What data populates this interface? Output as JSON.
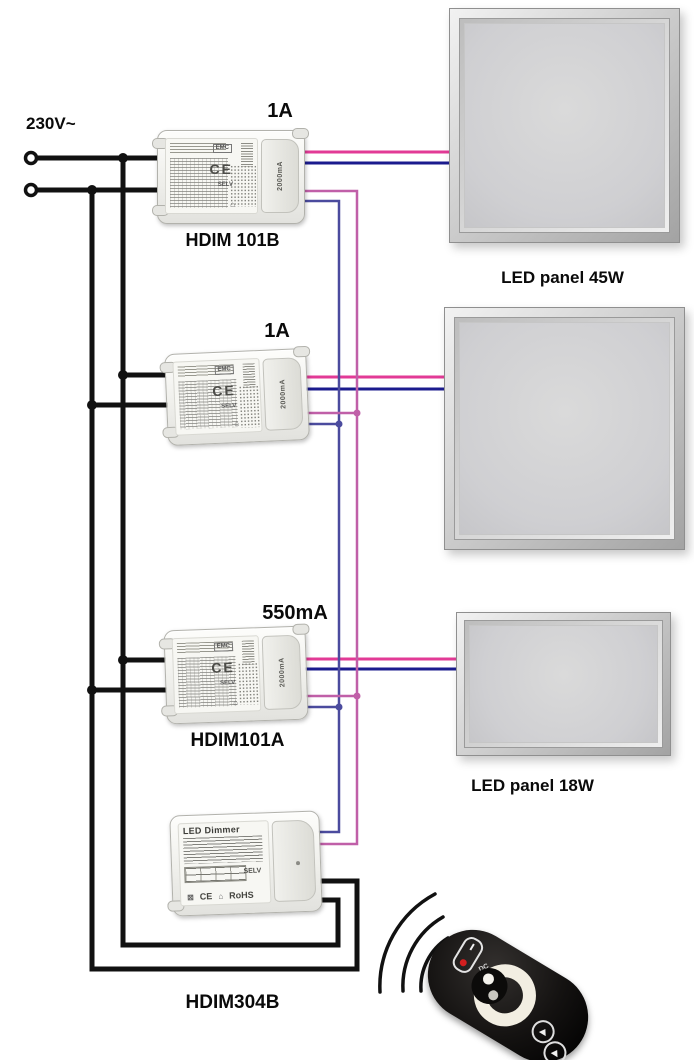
{
  "title": "LED dimmable driver wiring diagram",
  "colors": {
    "wire_black": "#111111",
    "wire_pink": "#e23a96",
    "wire_blue": "#1b1b8e",
    "bus_pink": "#c05fa8",
    "bus_blue": "#4b4b9e"
  },
  "supply": {
    "label": "230V~"
  },
  "drivers": [
    {
      "rating": "1A",
      "name": "HDIM 101B",
      "side_label": "2000mA",
      "marks": {
        "emc": "EMC",
        "ce": "CE",
        "selv": "SELV"
      }
    },
    {
      "rating": "1A",
      "name": "",
      "side_label": "2000mA",
      "marks": {
        "emc": "EMC",
        "ce": "CE",
        "selv": "SELV"
      }
    },
    {
      "rating": "550mA",
      "name": "HDIM101A",
      "side_label": "2000mA",
      "marks": {
        "emc": "EMC",
        "ce": "CE",
        "selv": "SELV"
      }
    },
    {
      "name": "HDIM304B",
      "face_title": "LED Dimmer",
      "marks": {
        "selv": "SELV",
        "ce": "CE",
        "rohs": "RoHS"
      }
    }
  ],
  "panels": [
    {
      "label": "LED panel 45W"
    },
    {
      "label": ""
    },
    {
      "label": "LED panel 18W"
    }
  ],
  "remote": {
    "dc_label": "DC"
  }
}
